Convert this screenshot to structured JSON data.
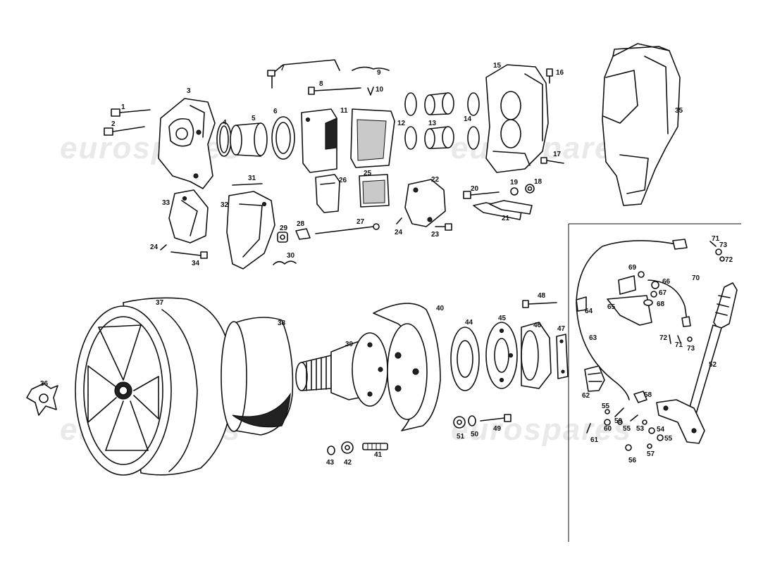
{
  "watermark": {
    "text": "eurospares",
    "color": "#e9e9e9"
  },
  "parts": [
    {
      "id": "p1",
      "label": "1"
    },
    {
      "id": "p2",
      "label": "2"
    },
    {
      "id": "p3",
      "label": "3"
    },
    {
      "id": "p4",
      "label": "4"
    },
    {
      "id": "p5",
      "label": "5"
    },
    {
      "id": "p6",
      "label": "6"
    },
    {
      "id": "p7",
      "label": "7"
    },
    {
      "id": "p8",
      "label": "8"
    },
    {
      "id": "p9",
      "label": "9"
    },
    {
      "id": "p10",
      "label": "10"
    },
    {
      "id": "p11",
      "label": "11"
    },
    {
      "id": "p12",
      "label": "12"
    },
    {
      "id": "p13",
      "label": "13"
    },
    {
      "id": "p14",
      "label": "14"
    },
    {
      "id": "p15",
      "label": "15"
    },
    {
      "id": "p16",
      "label": "16"
    },
    {
      "id": "p17",
      "label": "17"
    },
    {
      "id": "p18",
      "label": "18"
    },
    {
      "id": "p19",
      "label": "19"
    },
    {
      "id": "p20",
      "label": "20"
    },
    {
      "id": "p21",
      "label": "21"
    },
    {
      "id": "p22",
      "label": "22"
    },
    {
      "id": "p23",
      "label": "23"
    },
    {
      "id": "p24a",
      "label": "24"
    },
    {
      "id": "p24b",
      "label": "24"
    },
    {
      "id": "p25",
      "label": "25"
    },
    {
      "id": "p26",
      "label": "26"
    },
    {
      "id": "p27",
      "label": "27"
    },
    {
      "id": "p28",
      "label": "28"
    },
    {
      "id": "p29",
      "label": "29"
    },
    {
      "id": "p30",
      "label": "30"
    },
    {
      "id": "p31",
      "label": "31"
    },
    {
      "id": "p32",
      "label": "32"
    },
    {
      "id": "p33",
      "label": "33"
    },
    {
      "id": "p34",
      "label": "34"
    },
    {
      "id": "p35",
      "label": "35"
    },
    {
      "id": "p36",
      "label": "36"
    },
    {
      "id": "p37",
      "label": "37"
    },
    {
      "id": "p38",
      "label": "38"
    },
    {
      "id": "p39",
      "label": "39"
    },
    {
      "id": "p40",
      "label": "40"
    },
    {
      "id": "p41",
      "label": "41"
    },
    {
      "id": "p42",
      "label": "42"
    },
    {
      "id": "p43",
      "label": "43"
    },
    {
      "id": "p44",
      "label": "44"
    },
    {
      "id": "p45",
      "label": "45"
    },
    {
      "id": "p46",
      "label": "46"
    },
    {
      "id": "p47",
      "label": "47"
    },
    {
      "id": "p48",
      "label": "48"
    },
    {
      "id": "p49",
      "label": "49"
    },
    {
      "id": "p50",
      "label": "50"
    },
    {
      "id": "p51",
      "label": "51"
    },
    {
      "id": "p52",
      "label": "52"
    },
    {
      "id": "p53",
      "label": "53"
    },
    {
      "id": "p54",
      "label": "54"
    },
    {
      "id": "p55a",
      "label": "55"
    },
    {
      "id": "p55b",
      "label": "55"
    },
    {
      "id": "p55c",
      "label": "55"
    },
    {
      "id": "p56",
      "label": "56"
    },
    {
      "id": "p57",
      "label": "57"
    },
    {
      "id": "p58",
      "label": "58"
    },
    {
      "id": "p59",
      "label": "59"
    },
    {
      "id": "p60",
      "label": "60"
    },
    {
      "id": "p61",
      "label": "61"
    },
    {
      "id": "p62",
      "label": "62"
    },
    {
      "id": "p63",
      "label": "63"
    },
    {
      "id": "p64",
      "label": "64"
    },
    {
      "id": "p65",
      "label": "65"
    },
    {
      "id": "p66",
      "label": "66"
    },
    {
      "id": "p67",
      "label": "67"
    },
    {
      "id": "p68",
      "label": "68"
    },
    {
      "id": "p69",
      "label": "69"
    },
    {
      "id": "p70",
      "label": "70"
    },
    {
      "id": "p71a",
      "label": "71"
    },
    {
      "id": "p71b",
      "label": "71"
    },
    {
      "id": "p72a",
      "label": "72"
    },
    {
      "id": "p72b",
      "label": "72"
    },
    {
      "id": "p73a",
      "label": "73"
    },
    {
      "id": "p73b",
      "label": "73"
    }
  ]
}
